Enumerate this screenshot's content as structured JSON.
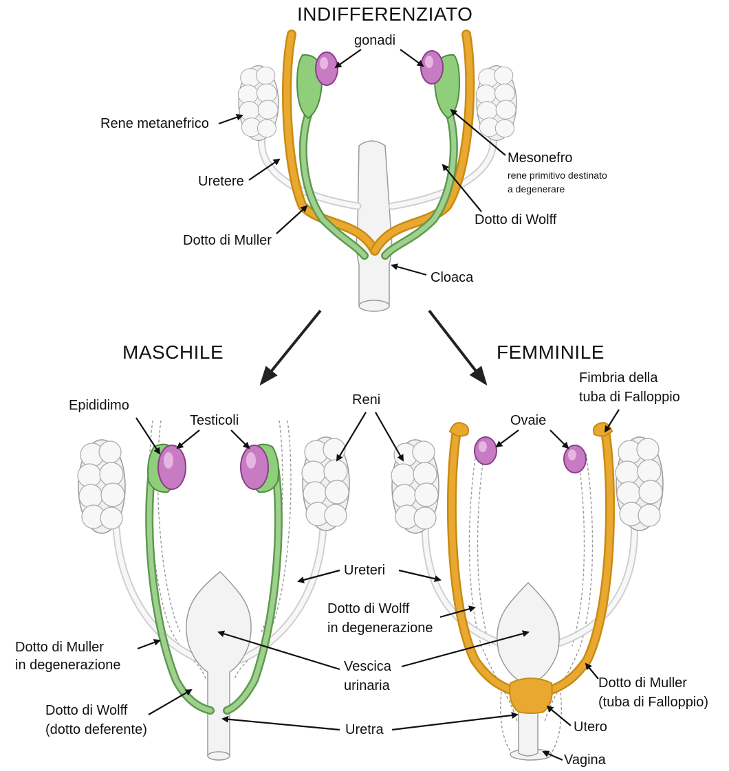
{
  "titles": {
    "top": "INDIFFERENZIATO",
    "left": "MASCHILE",
    "right": "FEMMINILE"
  },
  "labels": {
    "gonadi": "gonadi",
    "rene_metanefrico": "Rene metanefrico",
    "mesonefro": "Mesonefro",
    "mesonefro_note_1": "rene primitivo destinato",
    "mesonefro_note_2": "a degenerare",
    "uretere": "Uretere",
    "dotto_wolff": "Dotto di Wolff",
    "dotto_muller": "Dotto di Muller",
    "cloaca": "Cloaca",
    "epididimo": "Epididimo",
    "testicoli": "Testicoli",
    "reni": "Reni",
    "ovaie": "Ovaie",
    "fimbria_1": "Fimbria della",
    "fimbria_2": "tuba di Falloppio",
    "ureteri": "Ureteri",
    "wolff_degen_1": "Dotto di Wolff",
    "wolff_degen_2": "in degenerazione",
    "muller_degen_1": "Dotto di Muller",
    "muller_degen_2": "in degenerazione",
    "vescica_1": "Vescica",
    "vescica_2": "urinaria",
    "wolff_deferente_1": "Dotto di Wolff",
    "wolff_deferente_2": "(dotto deferente)",
    "uretra": "Uretra",
    "muller_tuba_1": "Dotto di Muller",
    "muller_tuba_2": "(tuba di Falloppio)",
    "utero": "Utero",
    "vagina": "Vagina"
  },
  "colors": {
    "muller_duct": "#e9a830",
    "wolff_duct": "#9fd08f",
    "gonad": "#c77bc2",
    "kidney": "#f1f1f1"
  }
}
